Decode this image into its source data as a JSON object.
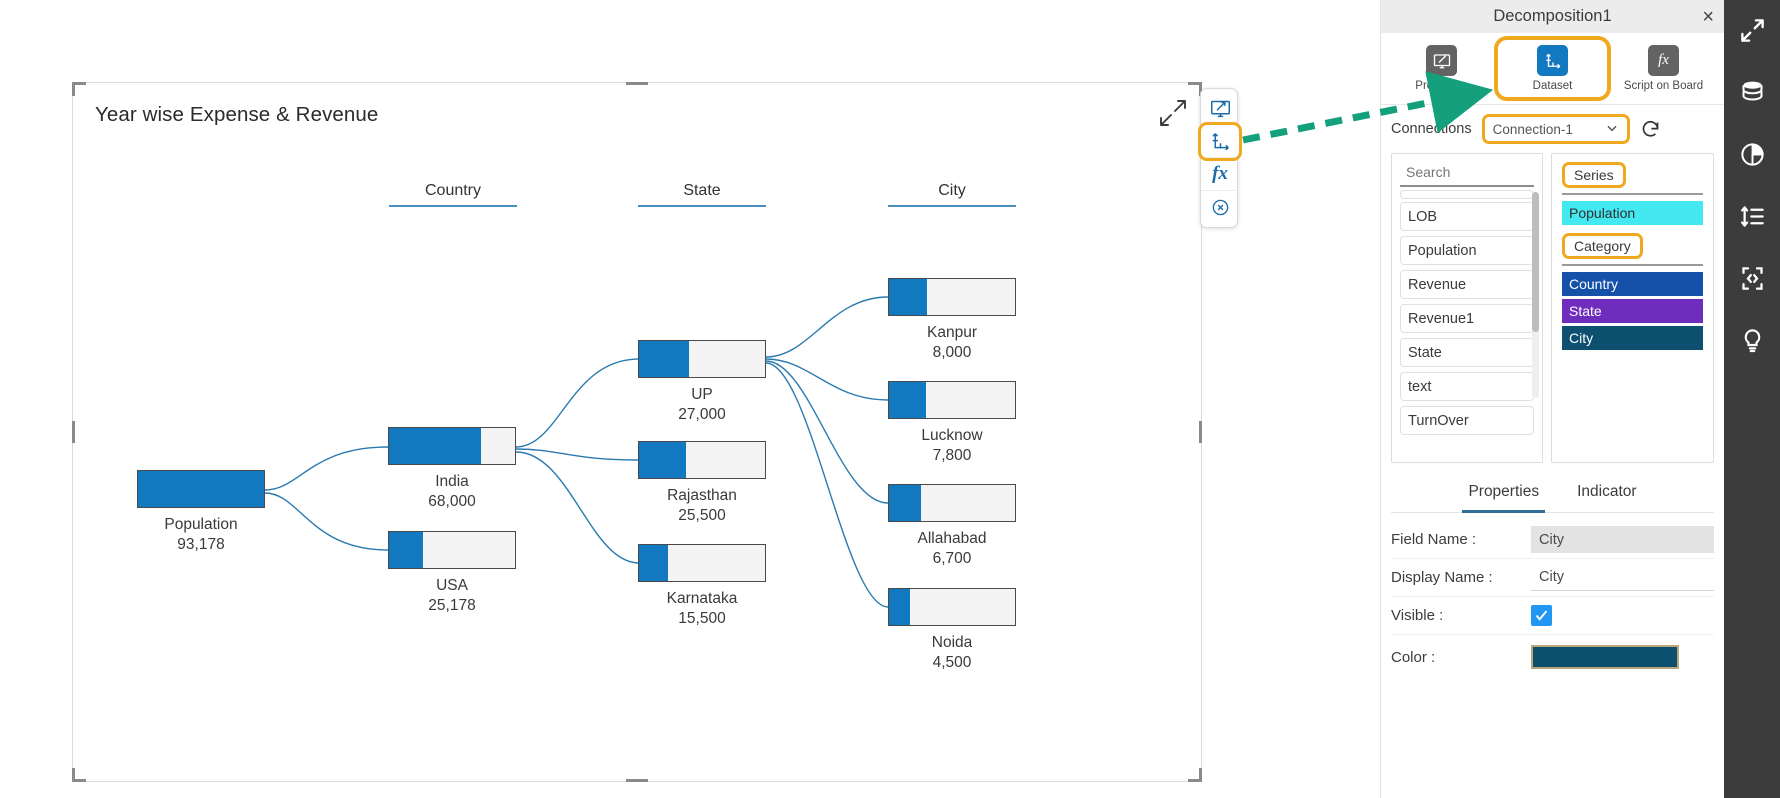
{
  "canvas": {
    "widget_title": "Year wise Expense & Revenue",
    "column_headers": [
      {
        "label": "Country"
      },
      {
        "label": "State"
      },
      {
        "label": "City"
      }
    ],
    "float_tools": [
      {
        "name": "display-properties-icon",
        "title": "Properties"
      },
      {
        "name": "dataset-icon",
        "title": "Dataset",
        "selected": true
      },
      {
        "name": "function-fx-icon",
        "title": "Script"
      },
      {
        "name": "close-circle-icon",
        "title": "Close"
      }
    ]
  },
  "chart_data": {
    "type": "tree",
    "title": "Year wise Expense & Revenue",
    "levels": [
      "Country",
      "State",
      "City"
    ],
    "root": {
      "label": "Population",
      "value": 93178,
      "value_text": "93,178",
      "fill_pct": 100
    },
    "nodes": [
      {
        "level": "Country",
        "label": "India",
        "value": 68000,
        "value_text": "68,000",
        "fill_pct": 73
      },
      {
        "level": "Country",
        "label": "USA",
        "value": 25178,
        "value_text": "25,178",
        "fill_pct": 27
      },
      {
        "level": "State",
        "label": "UP",
        "value": 27000,
        "value_text": "27,000",
        "fill_pct": 40,
        "parent": "India"
      },
      {
        "level": "State",
        "label": "Rajasthan",
        "value": 25500,
        "value_text": "25,500",
        "fill_pct": 37,
        "parent": "India"
      },
      {
        "level": "State",
        "label": "Karnataka",
        "value": 15500,
        "value_text": "15,500",
        "fill_pct": 23,
        "parent": "India"
      },
      {
        "level": "City",
        "label": "Kanpur",
        "value": 8000,
        "value_text": "8,000",
        "fill_pct": 30,
        "parent": "UP"
      },
      {
        "level": "City",
        "label": "Lucknow",
        "value": 7800,
        "value_text": "7,800",
        "fill_pct": 29,
        "parent": "UP"
      },
      {
        "level": "City",
        "label": "Allahabad",
        "value": 6700,
        "value_text": "6,700",
        "fill_pct": 25,
        "parent": "UP"
      },
      {
        "level": "City",
        "label": "Noida",
        "value": 4500,
        "value_text": "4,500",
        "fill_pct": 17,
        "parent": "UP"
      }
    ],
    "bar_color": "#1279c0",
    "track_color": "#f4f4f4",
    "link_color": "#2a7ab0"
  },
  "panel": {
    "title": "Decomposition1",
    "close_label": "×",
    "mode_tabs": [
      {
        "label": "Properties",
        "icon": "display-edit-icon",
        "active": false
      },
      {
        "label": "Dataset",
        "icon": "axis-dataset-icon",
        "active": true
      },
      {
        "label": "Script on Board",
        "icon": "fx-icon",
        "active": false
      }
    ],
    "connections": {
      "label": "Connections",
      "selected": "Connection-1",
      "refresh_title": "Refresh"
    },
    "fields": {
      "search_placeholder": "Search",
      "items": [
        "LOB",
        "Population",
        "Revenue",
        "Revenue1",
        "State",
        "text",
        "TurnOver"
      ]
    },
    "buckets": [
      {
        "title": "Series",
        "chips": [
          {
            "label": "Population",
            "color": "#44e8f0",
            "text_dark": true
          }
        ]
      },
      {
        "title": "Category",
        "chips": [
          {
            "label": "Country",
            "color": "#1551a8",
            "text_dark": false
          },
          {
            "label": "State",
            "color": "#6f2dbd",
            "text_dark": false
          },
          {
            "label": "City",
            "color": "#0d4f6e",
            "text_dark": false
          }
        ]
      }
    ],
    "prop_tabs": [
      {
        "label": "Properties",
        "active": true
      },
      {
        "label": "Indicator",
        "active": false
      }
    ],
    "form": {
      "field_name_label": "Field Name :",
      "field_name_value": "City",
      "display_name_label": "Display Name :",
      "display_name_value": "City",
      "visible_label": "Visible :",
      "visible_checked": true,
      "color_label": "Color :",
      "color_value": "#0d4f6e"
    }
  },
  "rail": [
    {
      "name": "expand-arrows-icon"
    },
    {
      "name": "database-icon"
    },
    {
      "name": "pie-chart-icon"
    },
    {
      "name": "list-settings-icon"
    },
    {
      "name": "code-brackets-icon"
    },
    {
      "name": "lightbulb-icon"
    }
  ]
}
